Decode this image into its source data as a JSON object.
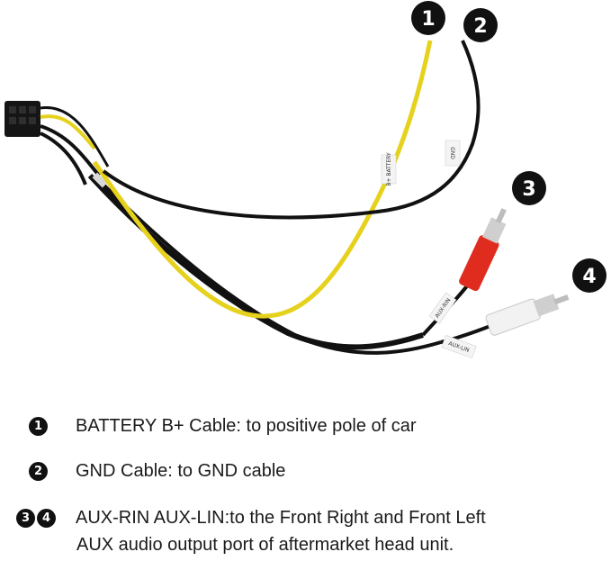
{
  "photo": {
    "badges": [
      {
        "label": "1"
      },
      {
        "label": "2"
      },
      {
        "label": "3"
      },
      {
        "label": "4"
      }
    ],
    "tags": {
      "battery": "B+ BATTERY",
      "gnd": "GND",
      "aux_rin": "AUX-RIN",
      "aux_lin": "AUX-LIN"
    },
    "colors": {
      "yellow_wire": "#e6d21c",
      "black_wire": "#111111",
      "red_plug": "#e02b1f",
      "white_plug": "#f2f2f2"
    }
  },
  "legend": {
    "items": [
      {
        "markers": [
          "1"
        ],
        "text": "BATTERY B+ Cable: to positive pole of car"
      },
      {
        "markers": [
          "2"
        ],
        "text": "GND Cable: to GND cable"
      },
      {
        "markers": [
          "3",
          "4"
        ],
        "text": "AUX-RIN  AUX-LIN:to the Front Right and Front Left",
        "text2": "AUX audio output port of aftermarket head unit."
      }
    ]
  }
}
